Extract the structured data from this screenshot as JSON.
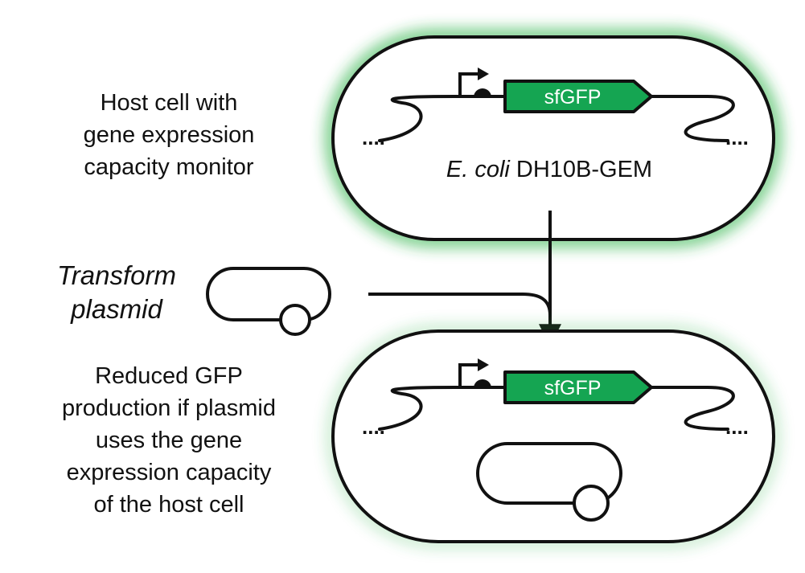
{
  "diagram": {
    "top_caption_lines": [
      "Host cell with",
      "gene expression",
      "capacity monitor"
    ],
    "transform_lines": [
      "Transform",
      "plasmid"
    ],
    "bottom_caption_lines": [
      "Reduced GFP",
      "production if plasmid",
      "uses the gene",
      "expression capacity",
      "of the host cell"
    ],
    "top_cell": {
      "gene_label": "sfGFP",
      "strain_species": "E. coli",
      "strain_name": "DH10B-GEM",
      "dna_ellipsis": "...."
    },
    "bottom_cell": {
      "gene_label": "sfGFP",
      "dna_ellipsis": "...."
    },
    "colors": {
      "gfp_green": "#15a552",
      "glow_green": "#2fb34a",
      "outline": "#111111"
    }
  }
}
